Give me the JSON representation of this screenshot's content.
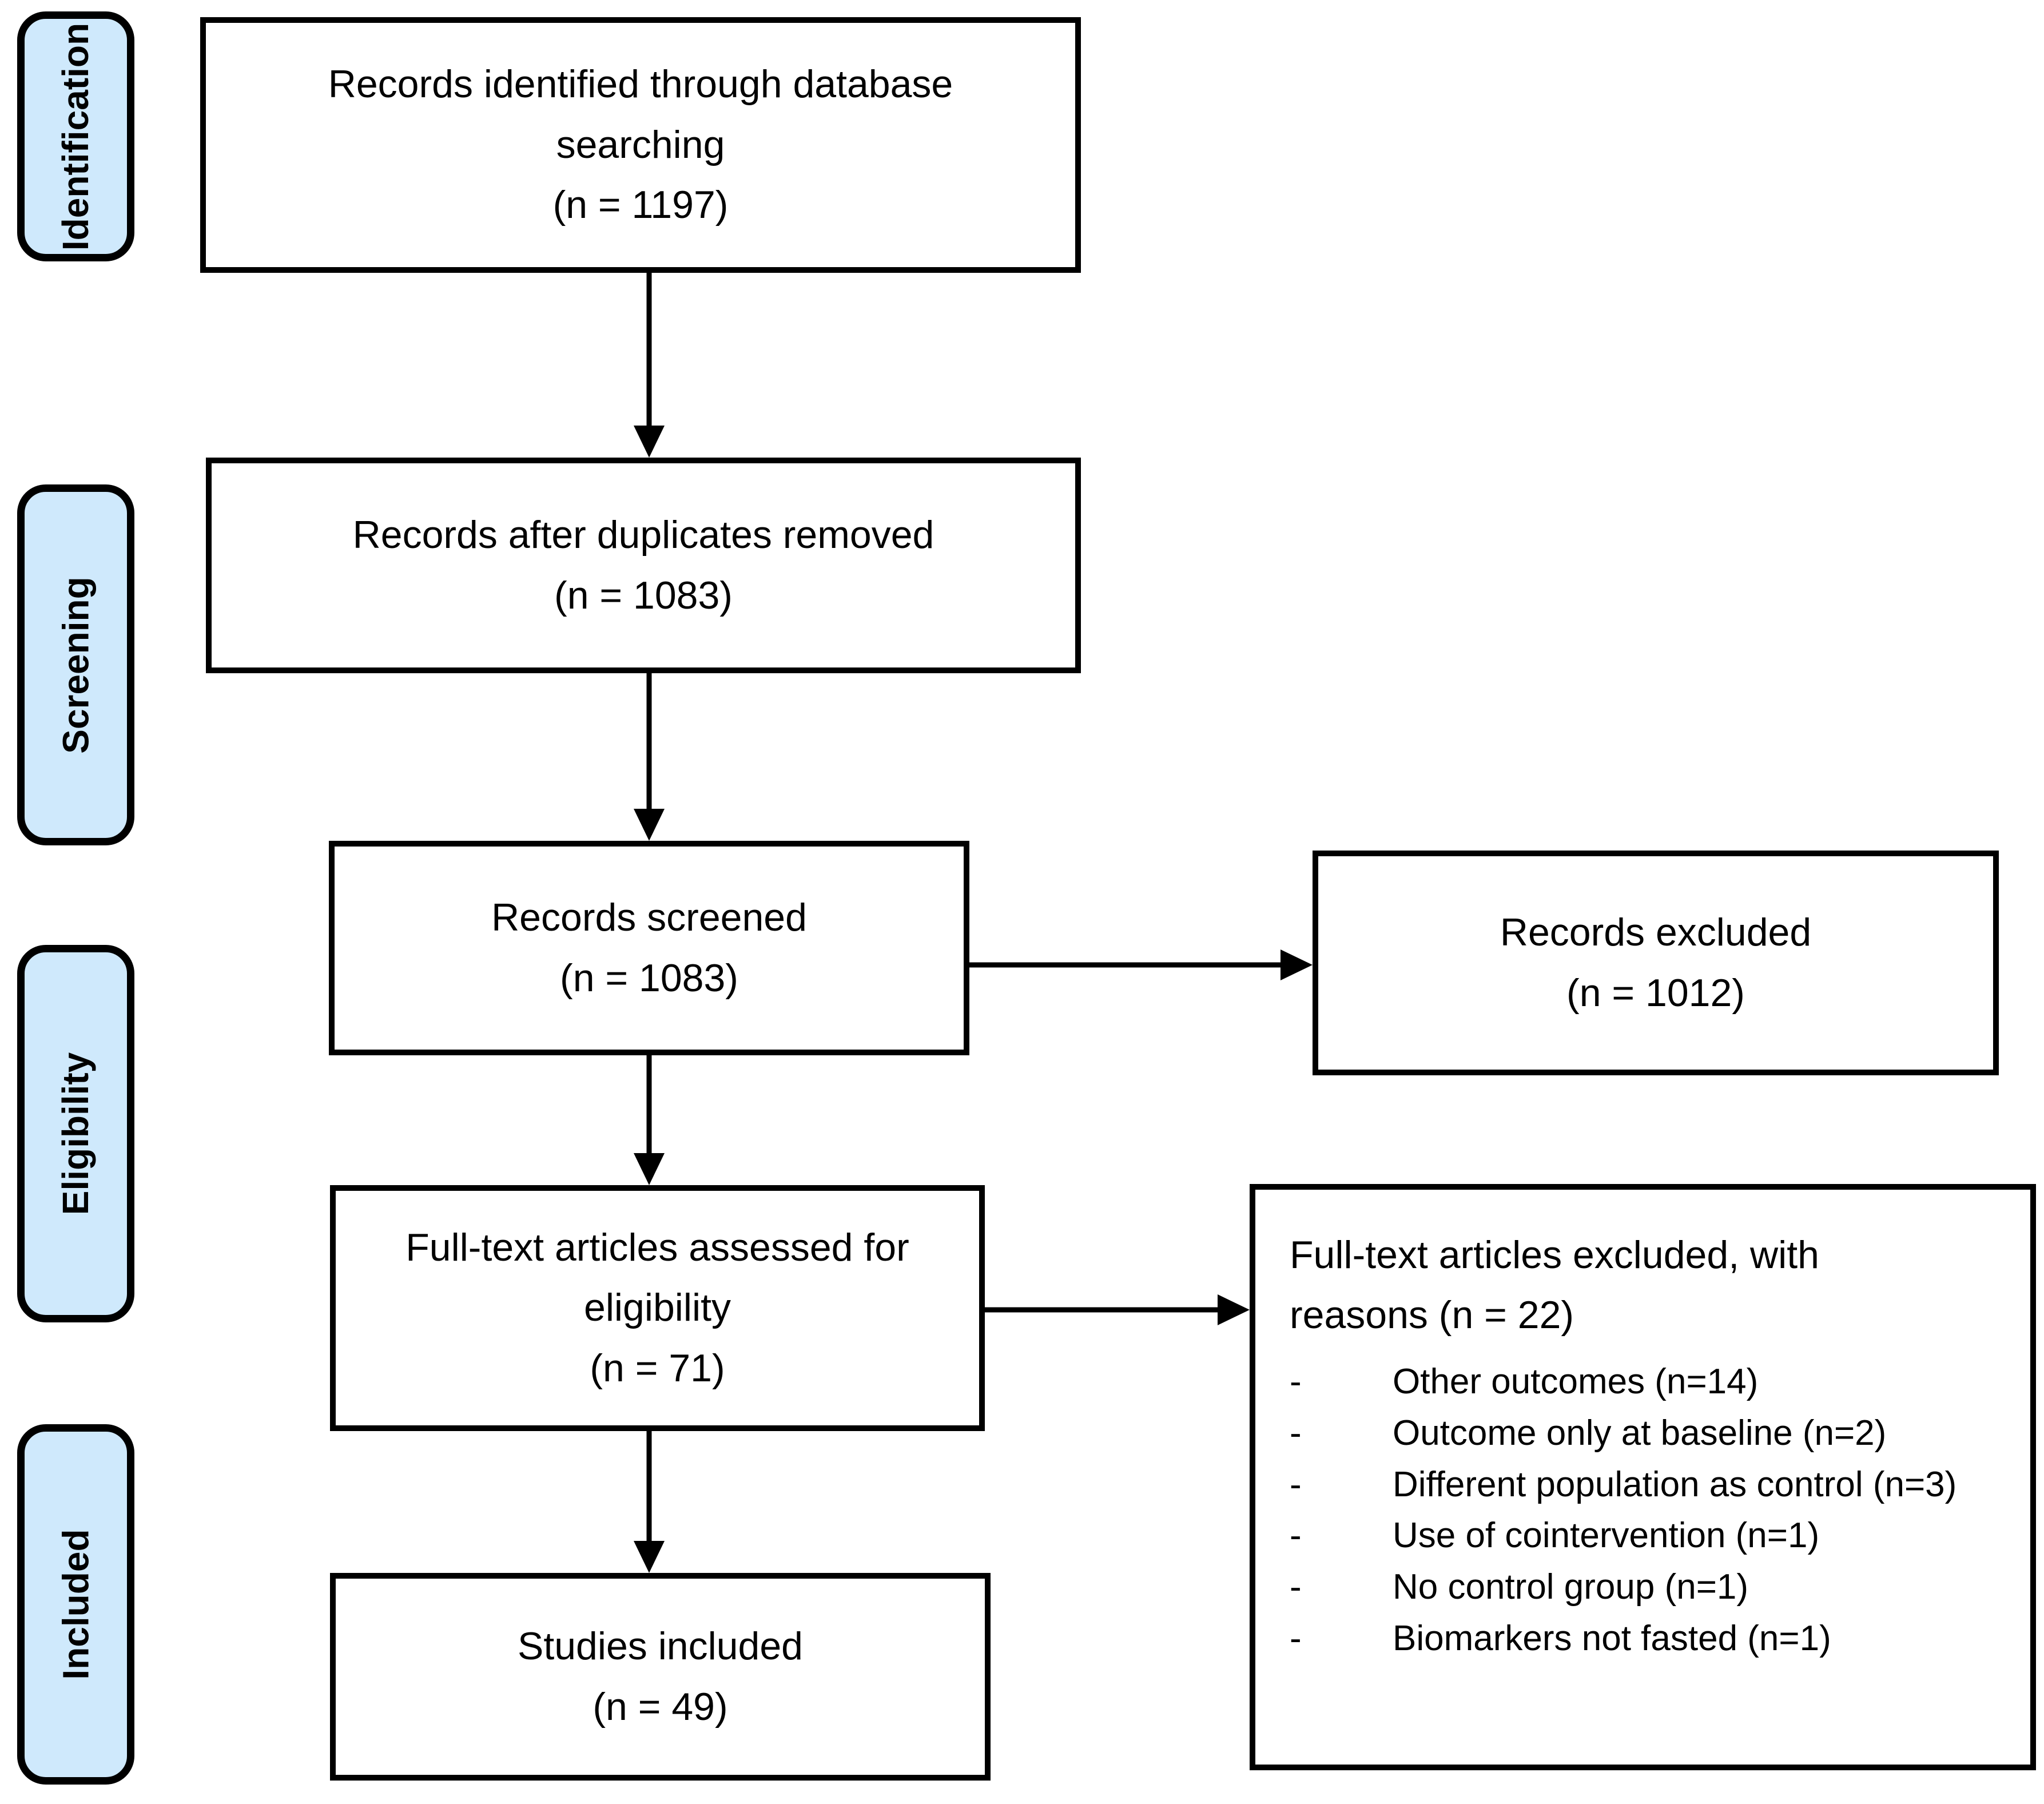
{
  "colors": {
    "stage_fill": "#cfe9fc",
    "line": "#000000",
    "background": "#ffffff"
  },
  "stages": [
    {
      "label": "Identification"
    },
    {
      "label": "Screening"
    },
    {
      "label": "Eligibility"
    },
    {
      "label": "Included"
    }
  ],
  "flow": {
    "identified": {
      "label": "Records identified through database searching",
      "count": "(n = 1197)"
    },
    "deduplicated": {
      "label": "Records after duplicates removed",
      "count": "(n = 1083)"
    },
    "screened": {
      "label": "Records screened",
      "count": "(n = 1083)"
    },
    "fulltext": {
      "label": "Full-text articles assessed for eligibility",
      "count": "(n = 71)"
    },
    "included": {
      "label": "Studies included",
      "count": "(n = 49)"
    }
  },
  "excluded": {
    "records": {
      "label": "Records excluded",
      "count": "(n = 1012)"
    },
    "fulltext": {
      "heading": "Full-text articles excluded, with reasons (n = 22)",
      "dash": "-",
      "items": [
        "Other outcomes (n=14)",
        "Outcome only at baseline (n=2)",
        "Different population as control (n=3)",
        "Use of cointervention (n=1)",
        "No control group (n=1)",
        "Biomarkers not fasted (n=1)"
      ]
    }
  }
}
